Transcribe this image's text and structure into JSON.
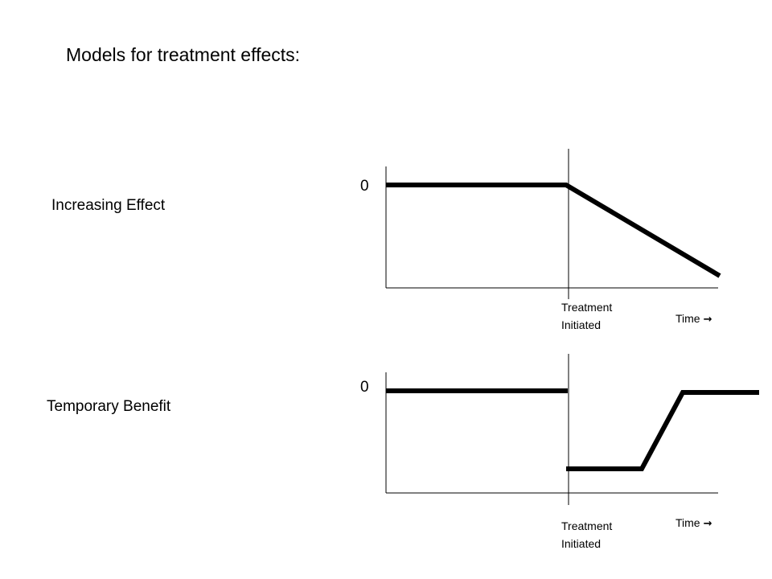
{
  "title": "Models for treatment effects:",
  "models": [
    {
      "label": "Increasing Effect",
      "zero_label": "0",
      "marker_label_line1": "Treatment",
      "marker_label_line2": "Initiated",
      "time_label": "Time",
      "time_arrow": "→"
    },
    {
      "label": "Temporary Benefit",
      "zero_label": "0",
      "marker_label_line1": "Treatment",
      "marker_label_line2": "Initiated",
      "time_label": "Time",
      "time_arrow": "→"
    }
  ],
  "colors": {
    "line": "#000000",
    "background": "#ffffff"
  }
}
